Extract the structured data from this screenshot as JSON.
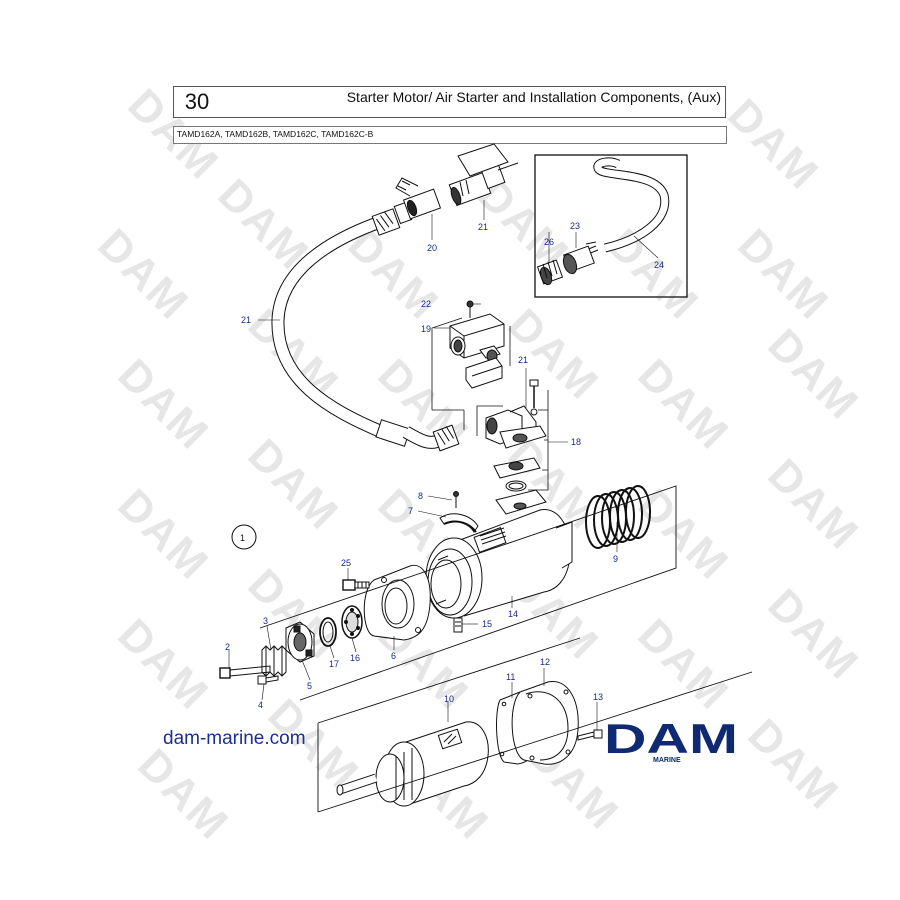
{
  "header": {
    "section_number": "30",
    "title": "Starter Motor/ Air Starter and Installation Components, (Aux)",
    "models": "TAMD162A, TAMD162B, TAMD162C, TAMD162C-B"
  },
  "watermark": {
    "text": "DAM"
  },
  "parts": {
    "p1": "1",
    "p2": "2",
    "p3": "3",
    "p4": "4",
    "p5": "5",
    "p6": "6",
    "p7": "7",
    "p8": "8",
    "p9": "9",
    "p10": "10",
    "p11": "11",
    "p12": "12",
    "p13": "13",
    "p14": "14",
    "p15": "15",
    "p16": "16",
    "p17": "17",
    "p18": "18",
    "p19": "19",
    "p20": "20",
    "p21_top": "21",
    "p21_hose": "21",
    "p21_mid": "21",
    "p22": "22",
    "p23": "23",
    "p24": "24",
    "p25": "25",
    "p26": "26"
  },
  "footer": {
    "website": "dam-marine.com",
    "logo_text": "DAM",
    "logo_subtext": "MARINE"
  },
  "colors": {
    "label_blue": "#1a2a8a",
    "logo_navy": "#0f2a73",
    "watermark_gray": "#e6e6e6"
  }
}
